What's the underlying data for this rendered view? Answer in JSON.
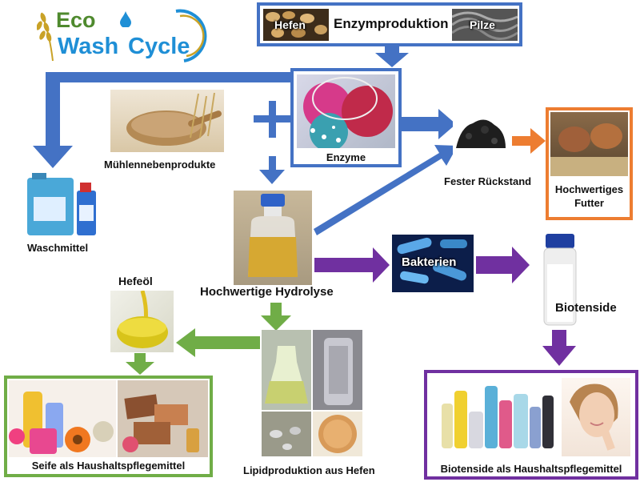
{
  "logo": {
    "part1": "Eco",
    "part2": "Wash",
    "part3": "Cycle"
  },
  "enzyme_production": {
    "left_tag": "Hefen",
    "title": "Enzymproduktion",
    "right_tag": "Pilze"
  },
  "enzyme_label": "Enzyme",
  "mill_label": "Mühlennebenprodukte",
  "detergent_label": "Waschmittel",
  "solid_residue_label": "Fester Rückstand",
  "feed_label": "Hochwertiges Futter",
  "hydrolysis_label": "Hochwertige Hydrolyse",
  "bacteria_tag": "Bakterien",
  "biosurfactant_label": "Biotenside",
  "yeast_oil_label": "Hefeöl",
  "lipid_label": "Lipidproduktion aus Hefen",
  "soap_label": "Seife als Haushaltspflegemittel",
  "biosurf_household_label": "Biotenside als Haushaltspflegemittel",
  "colors": {
    "blue": "#4472C4",
    "orange": "#ED7D31",
    "green": "#70AD47",
    "purple": "#7030A0",
    "logo_green": "#4F8A2E",
    "logo_blue": "#1F8FD6",
    "logo_gold": "#C9A227"
  }
}
